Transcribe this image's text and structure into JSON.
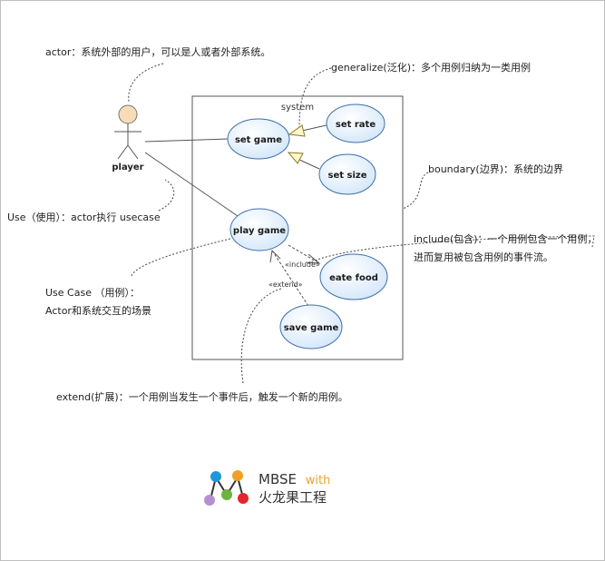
{
  "notes": {
    "actor": "actor：系统外部的用户，可以是人或者外部系统。",
    "generalize": "generalize(泛化)：多个用例归纳为一类用例",
    "boundary": "boundary(边界)：系统的边界",
    "use": "Use（使用）：actor执行 usecase",
    "include_line1": "include(包含)：一个用例包含一个用例，",
    "include_line2": "进而复用被包含用例的事件流。",
    "usecase_line1": "Use Case （用例）：",
    "usecase_line2": "Actor和系统交互的场景",
    "extend": "extend(扩展)：一个用例当发生一个事件后，触发一个新的用例。"
  },
  "actor": {
    "name": "player"
  },
  "system": {
    "label": "system"
  },
  "usecases": {
    "set_game": "set game",
    "set_rate": "set rate",
    "set_size": "set  size",
    "play_game": "play game",
    "eate_food": "eate food",
    "save_game": "save game"
  },
  "stereotypes": {
    "include": "«include»",
    "extend": "«extend»"
  },
  "logo": {
    "title": "MBSE",
    "with": "with",
    "subtitle": "火龙果工程"
  },
  "colors": {
    "usecase_fill": "#dfeefb",
    "usecase_stroke": "#3d6fa8",
    "actor_head": "#f7dcb7",
    "logo_with": "#f0a028"
  }
}
